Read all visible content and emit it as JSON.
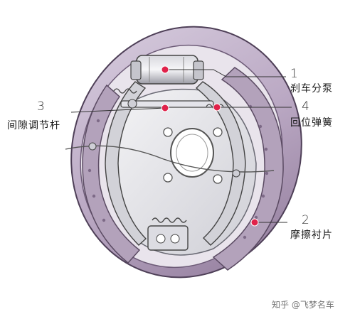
{
  "callouts": [
    {
      "number": "1",
      "label": "刹车分泵"
    },
    {
      "number": "2",
      "label": "摩擦衬片"
    },
    {
      "number": "3",
      "label": "间隙调节杆"
    },
    {
      "number": "4",
      "label": "回位弹簧"
    }
  ],
  "watermark": "知乎 @飞梦名车",
  "colors": {
    "drum_fill": "#c9bcd0",
    "drum_edge": "#5a4a62",
    "metal": "#e6e6ea",
    "lining": "#a998b0",
    "marker": "#e0224a",
    "line": "#333333"
  }
}
